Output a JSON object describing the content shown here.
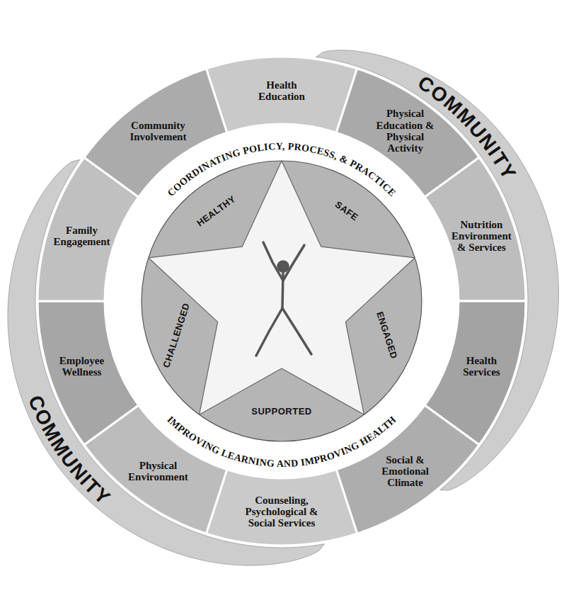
{
  "diagram": {
    "nodes": [
      {
        "text": [
          "Health Education"
        ]
      },
      {
        "text": [
          "Physical Education & Physical Activity"
        ]
      },
      {
        "text": [
          "Nutrition Environment & Services"
        ]
      },
      {
        "text": [
          "Health Services"
        ]
      },
      {
        "text": [
          "Social & Emotional Climate"
        ]
      },
      {
        "text": [
          "Counseling, Psychological & Social Services"
        ]
      },
      {
        "text": [
          "Physical Environment"
        ]
      },
      {
        "text": [
          "Employee Wellness"
        ]
      },
      {
        "text": [
          "Family Engagement"
        ]
      },
      {
        "text": [
          "Community Involvement"
        ]
      },
      {
        "text": [
          "HEALTHY"
        ]
      },
      {
        "text": [
          "SAFE"
        ]
      },
      {
        "text": [
          "ENGAGED"
        ]
      },
      {
        "text": [
          "SUPPORTED"
        ]
      },
      {
        "text": [
          "CHALLENGED"
        ]
      }
    ],
    "labels": [
      "COMMUNITY",
      "COMMUNITY",
      "COORDINATING POLICY, PROCESS, & PRACTICE",
      "IMPROVING LEARNING AND IMPROVING HEALTH"
    ]
  }
}
